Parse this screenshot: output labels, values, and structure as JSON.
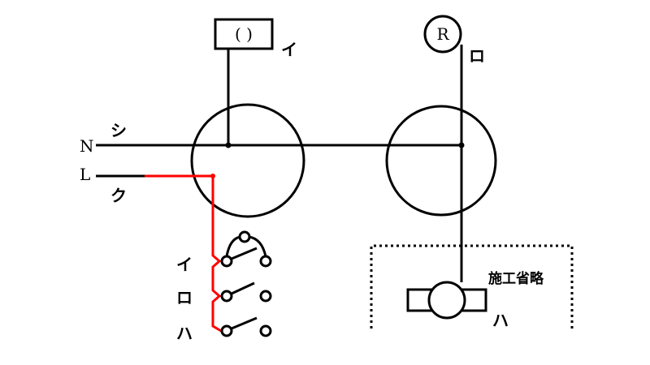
{
  "labels": {
    "neutral": "N",
    "live": "L",
    "wire_shi": "シ",
    "wire_ku": "ク",
    "fixture_box": "( )",
    "fixture_i": "イ",
    "receptacle": "R",
    "label_ro": "ロ",
    "switch_i": "イ",
    "switch_ro": "ロ",
    "switch_ha": "ハ",
    "omitted": "施工省略",
    "lamp_ha": "ハ"
  },
  "colors": {
    "wire": "#000000",
    "live_wire": "#ff0000"
  }
}
